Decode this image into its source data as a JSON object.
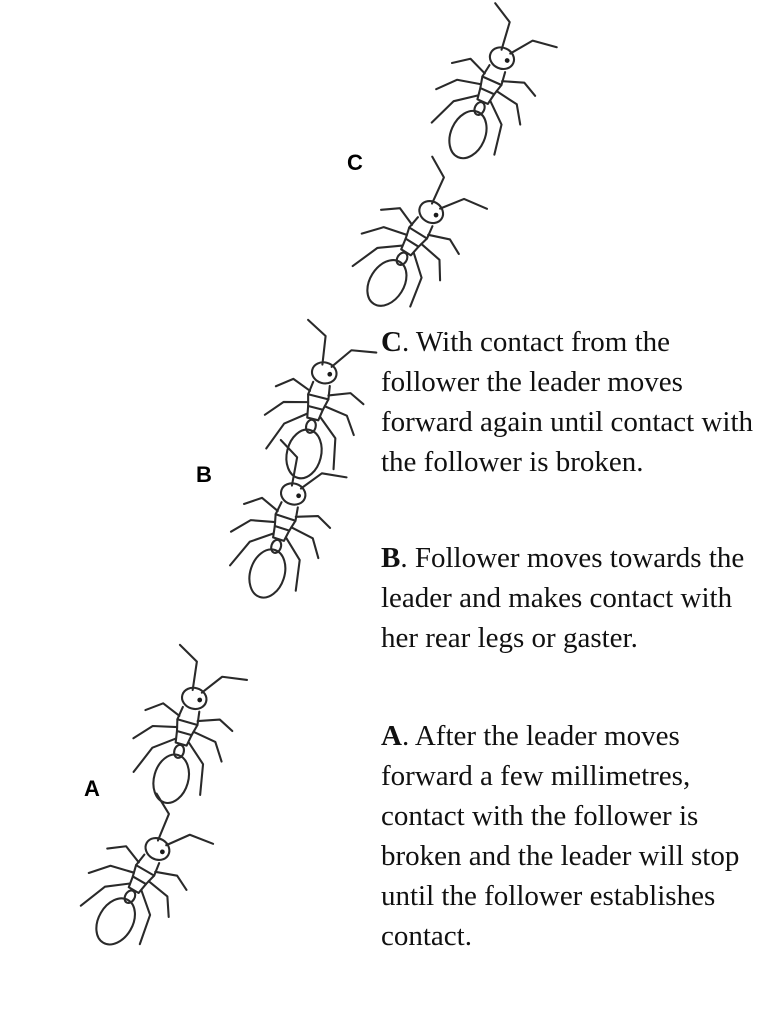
{
  "stages": [
    {
      "letter": "C",
      "caption_key": "C",
      "caption_text": ". With contact from the follower the leader moves forward again until contact with the follower is broken."
    },
    {
      "letter": "B",
      "caption_key": "B",
      "caption_text": ". Follower moves towards the leader and makes contact with her rear legs or gaster."
    },
    {
      "letter": "A",
      "caption_key": "A",
      "caption_text": ". After the leader moves forward a few millimetres, contact with the follower is broken and the leader will stop until the follower establishes contact."
    }
  ]
}
